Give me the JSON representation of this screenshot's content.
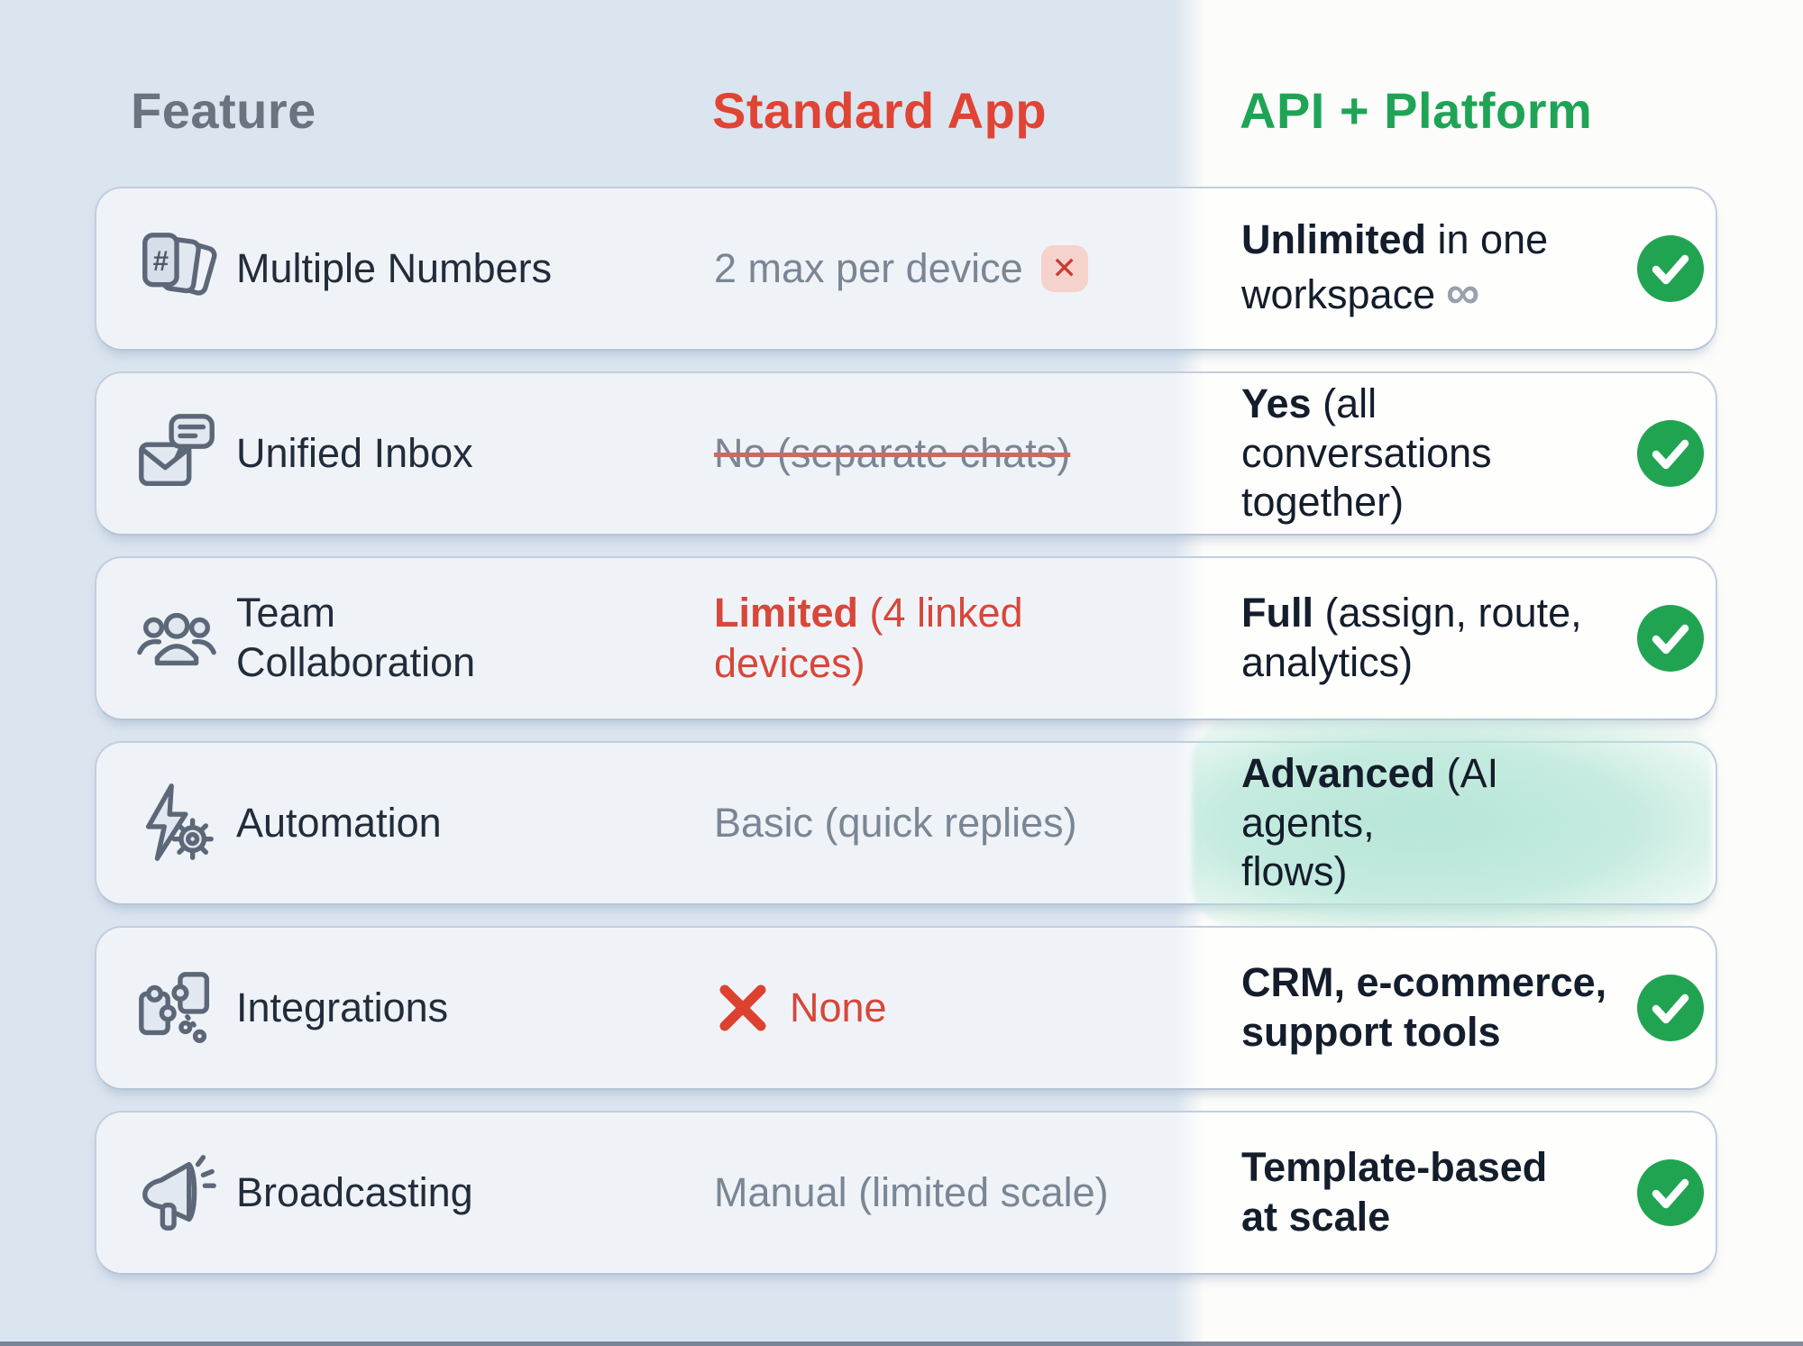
{
  "header": {
    "feature": "Feature",
    "standard": "Standard App",
    "api": "API + Platform"
  },
  "colors": {
    "bg-left": "#dbe5f0",
    "bg-right": "#fcfcfa",
    "header-feature": "#6a7480",
    "header-standard": "#e04434",
    "header-api": "#1fa456",
    "text-dark": "#222c3a",
    "text-muted": "#7b8694",
    "text-red": "#d7473a",
    "check-green": "#21a452",
    "highlight-teal": "#b7e6d8",
    "card-border": "#c2cedd"
  },
  "icons": [
    "multiple-numbers-icon",
    "unified-inbox-icon",
    "team-collaboration-icon",
    "automation-icon",
    "integrations-icon",
    "broadcasting-icon",
    "success-check-icon",
    "fail-x-badge-icon",
    "red-x-icon",
    "infinity-icon"
  ],
  "rows": [
    {
      "feature": "Multiple Numbers",
      "standard": {
        "text": "2 max per device",
        "badge": "✕"
      },
      "api": {
        "line1_bold": "Unlimited",
        "line1_rest": " in one",
        "line2": "workspace",
        "line2_suffix": "∞"
      }
    },
    {
      "feature": "Unified Inbox",
      "standard": {
        "text": "No (separate chats)"
      },
      "api": {
        "line1_bold": "Yes",
        "line1_rest": " (all conversations",
        "line2": "together)"
      }
    },
    {
      "feature": "Team Collaboration",
      "standard": {
        "bold": "Limited",
        "rest": " (4 linked",
        "line2": "devices)"
      },
      "api": {
        "line1_bold": "Full",
        "line1_rest": " (assign, route,",
        "line2": "analytics)"
      }
    },
    {
      "feature": "Automation",
      "standard": {
        "text": "Basic (quick replies)"
      },
      "api": {
        "line1_bold": "Advanced",
        "line1_rest": " (AI agents,",
        "line2": "flows)"
      }
    },
    {
      "feature": "Integrations",
      "standard": {
        "text": "None"
      },
      "api": {
        "line1_bold": "CRM, e-commerce,",
        "line2_bold": "support tools"
      }
    },
    {
      "feature": "Broadcasting",
      "standard": {
        "text": "Manual (limited scale)"
      },
      "api": {
        "line1_bold": "Template-based",
        "line2_bold": "at scale"
      }
    }
  ]
}
